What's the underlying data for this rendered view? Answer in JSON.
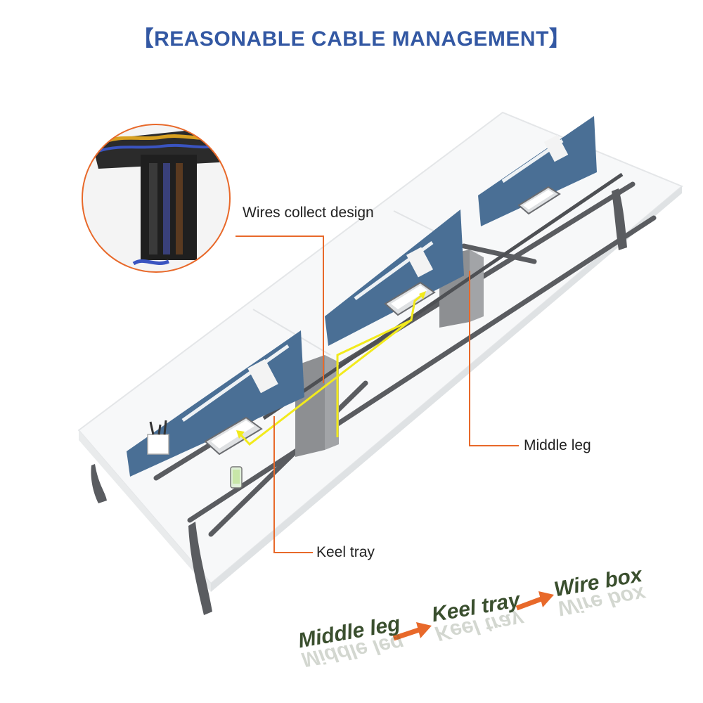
{
  "title": "【REASONABLE CABLE MANAGEMENT】",
  "labels": {
    "wires_collect": "Wires collect design",
    "middle_leg": "Middle leg",
    "keel_tray": "Keel tray"
  },
  "flow": {
    "step1": "Middle leg",
    "step2": "Keel tray",
    "step3": "Wire box"
  },
  "colors": {
    "title": "#3358a3",
    "callout_line": "#e8692a",
    "flow_text": "#3a4f2e",
    "screen_panel": "#4a6f95",
    "cable_path": "#f2ea1c",
    "frame": "#5a5c60"
  }
}
